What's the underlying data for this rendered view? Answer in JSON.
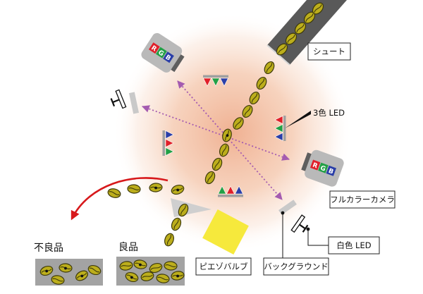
{
  "diagram": {
    "labels": {
      "chute": "シュート",
      "tri_color_led": "3色 LED",
      "full_color_camera": "フルカラーカメラ",
      "white_led": "白色 LED",
      "background": "バックグラウンド",
      "piezo_valve": "ピエゾバルブ",
      "rejected": "不良品",
      "accepted": "良品"
    },
    "camera_badge": [
      "R",
      "G",
      "B"
    ],
    "colors": {
      "reject_arrow": "#d7191c",
      "signal_path": "#a45bb0",
      "valve": "#f6e93c",
      "bean": "#bcae1c",
      "bean_outline": "#3d390a",
      "glow": "#eea886",
      "led_red": "#e0202a",
      "led_green": "#22a046",
      "led_blue": "#2b3fa8",
      "chute": "#595959",
      "tray": "#a3a3a3"
    }
  }
}
